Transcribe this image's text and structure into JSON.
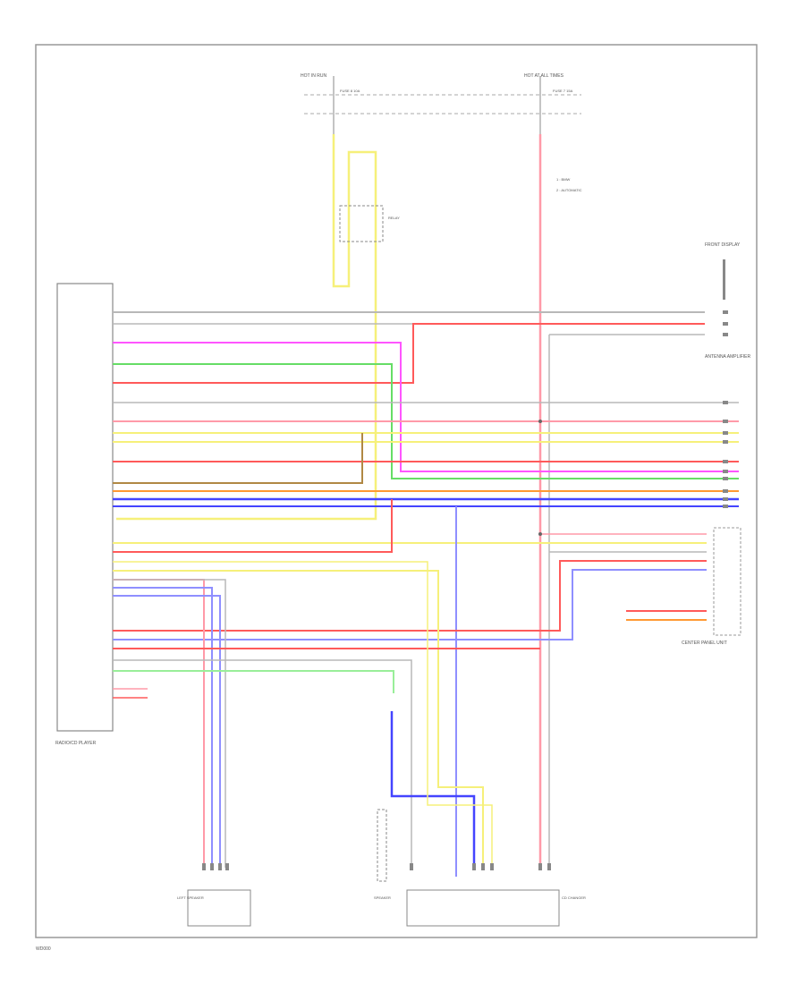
{
  "colors": {
    "gray": "#b8b8b8",
    "red": "#ff5a5a",
    "pink": "#ff9aa8",
    "magenta": "#ff55ff",
    "green": "#66dd66",
    "lightgreen": "#99ee99",
    "yellow": "#f6f07a",
    "blue": "#4444ff",
    "lightblue": "#8f8fff",
    "orange": "#ff9933",
    "brown": "#b08844",
    "frame": "#999999",
    "text": "#555555"
  },
  "components": {
    "radio_left_label": "RADIO/CD PLAYER",
    "front_right_label": "FRONT DISPLAY",
    "center_panel_label": "CENTER PANEL UNIT",
    "speaker_left_label": "LEFT SPEAKER",
    "speaker_mid_label": "SPEAKER",
    "cd_changer_label": "CD CHANGER",
    "antenna_right_label": "ANTENNA AMPLIFIER",
    "footer_label": "WD000"
  },
  "fuses": [
    {
      "label": "HOT IN RUN",
      "sub": "FUSE 8 10A"
    },
    {
      "label": "HOT AT ALL TIMES",
      "sub": "FUSE 7 15A"
    }
  ],
  "notes": [
    "1 : BMW",
    "2 : AUTOMATIC"
  ]
}
